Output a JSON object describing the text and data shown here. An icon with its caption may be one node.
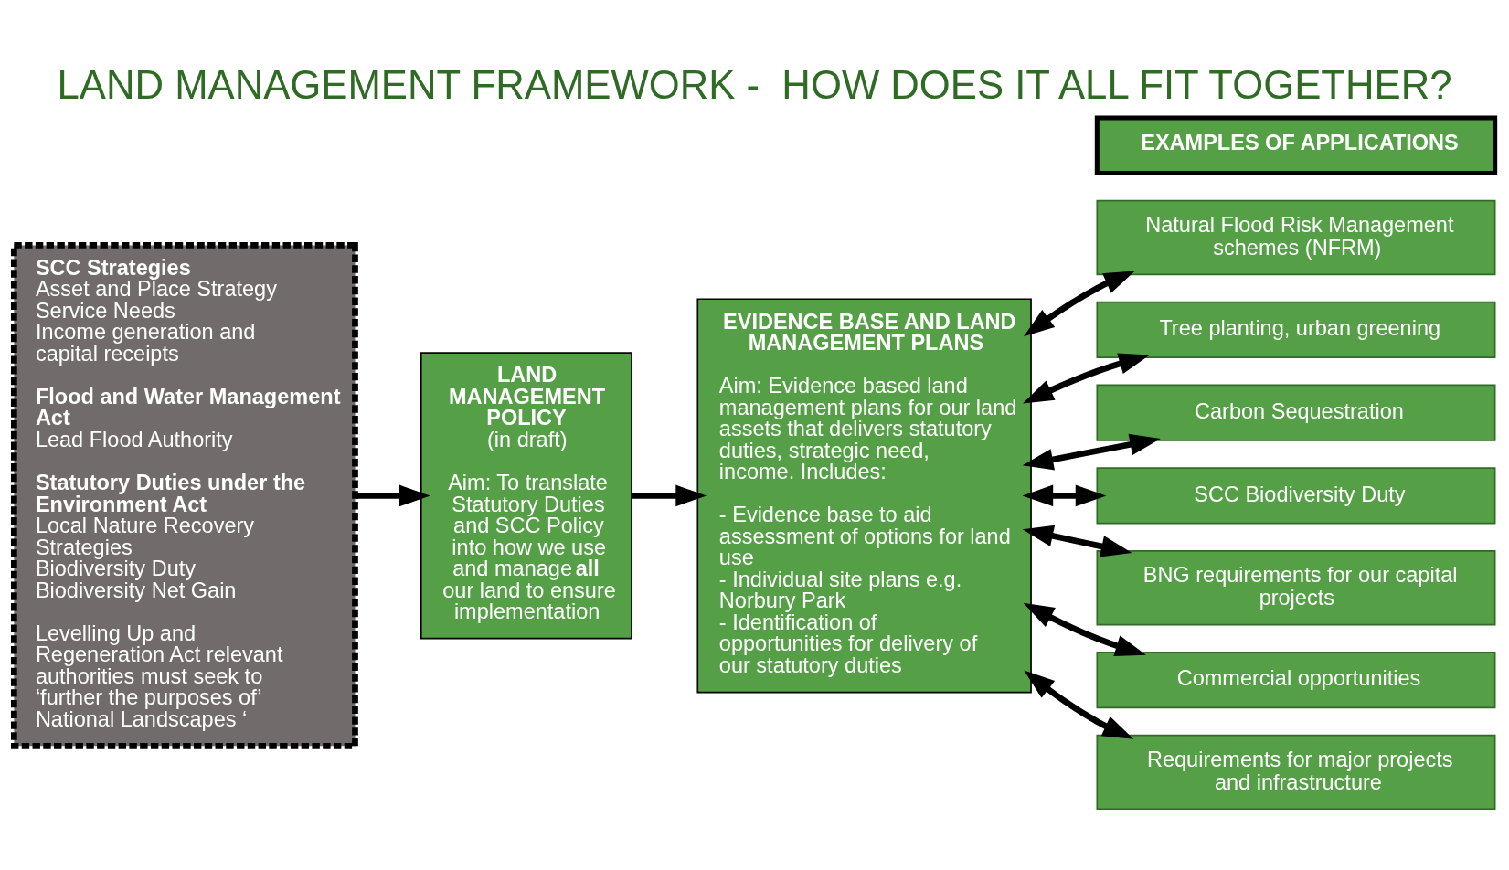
{
  "diagram": {
    "title": "LAND MANAGEMENT FRAMEWORK -  HOW DOES IT ALL FIT TOGETHER?",
    "nodes": [
      {
        "text": [
          "SCC Strategies",
          "Asset and Place Strategy",
          "Service Needs",
          "Income generation and capital receipts",
          "Flood and Water Management Act",
          "Lead Flood Authority",
          "Statutory Duties under the Environment Act",
          "Local Nature Recovery Strategies",
          "Biodiversity Duty",
          "Biodiversity Net Gain",
          "Levelling Up and Regeneration Act relevant authorities must seek to ‘further the purposes of’ National Landscapes ‘"
        ]
      },
      {
        "text": [
          "LAND MANAGEMENT POLICY",
          "(in draft)",
          "Aim: To translate Statutory Duties and SCC Policy into how we use and manage **all** our land to ensure implementation"
        ]
      },
      {
        "text": [
          "EVIDENCE BASE AND LAND MANAGEMENT PLANS",
          "Aim: Evidence based land management plans for our land assets that delivers statutory duties, strategic need, income. Includes:",
          "- Evidence base to aid assessment of options for land use",
          "- Individual site plans e.g. Norbury Park",
          "- Identification of opportunities for delivery of our statutory duties"
        ]
      },
      {
        "text": [
          "EXAMPLES OF APPLICATIONS"
        ]
      },
      {
        "text": [
          "Natural Flood Risk Management schemes (NFRM)"
        ]
      },
      {
        "text": [
          "Tree planting, urban greening"
        ]
      },
      {
        "text": [
          "Carbon Sequestration"
        ]
      },
      {
        "text": [
          "SCC Biodiversity Duty"
        ]
      },
      {
        "text": [
          "BNG requirements for our capital projects"
        ]
      },
      {
        "text": [
          "Commercial opportunities"
        ]
      },
      {
        "text": [
          "Requirements for major projects and infrastructure"
        ]
      }
    ],
    "edges": [
      {
        "from": 0,
        "to": 1,
        "arrow": "to"
      },
      {
        "from": 1,
        "to": 2,
        "arrow": "to"
      },
      {
        "from": 2,
        "to": 4,
        "arrow": "both"
      },
      {
        "from": 2,
        "to": 5,
        "arrow": "both"
      },
      {
        "from": 2,
        "to": 6,
        "arrow": "both"
      },
      {
        "from": 2,
        "to": 7,
        "arrow": "both"
      },
      {
        "from": 2,
        "to": 8,
        "arrow": "both"
      },
      {
        "from": 2,
        "to": 9,
        "arrow": "both"
      },
      {
        "from": 2,
        "to": 10,
        "arrow": "both"
      }
    ]
  }
}
